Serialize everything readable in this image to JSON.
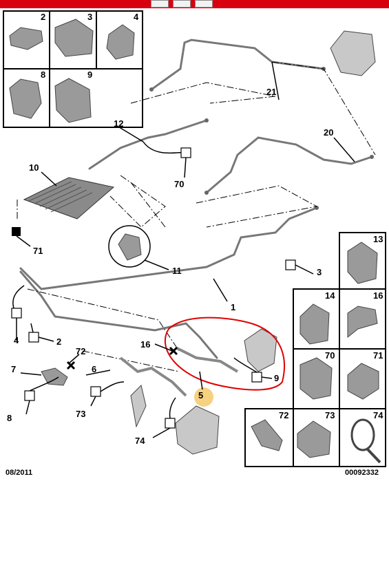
{
  "labels": {
    "l1": "1",
    "l2": "2",
    "l3": "3",
    "l4": "4",
    "l5": "5",
    "l6": "6",
    "l7": "7",
    "l8": "8",
    "l9": "9",
    "l10": "10",
    "l11": "11",
    "l12": "12",
    "l16": "16",
    "l20": "20",
    "l21": "21",
    "l70": "70",
    "l71": "71",
    "l72": "72",
    "l73": "73",
    "l74": "74"
  },
  "insets": {
    "i2": "2",
    "i3": "3",
    "i4": "4",
    "i8": "8",
    "i9": "9",
    "i13": "13",
    "i14": "14",
    "i16": "16",
    "i70": "70",
    "i71": "71",
    "i72": "72",
    "i73": "73",
    "i74": "74"
  },
  "footer": {
    "date": "08/2011",
    "ref": "00092332"
  },
  "colors": {
    "topbar": "#d8000f",
    "highlight": "#f5c96a",
    "circle": "#e00000"
  }
}
